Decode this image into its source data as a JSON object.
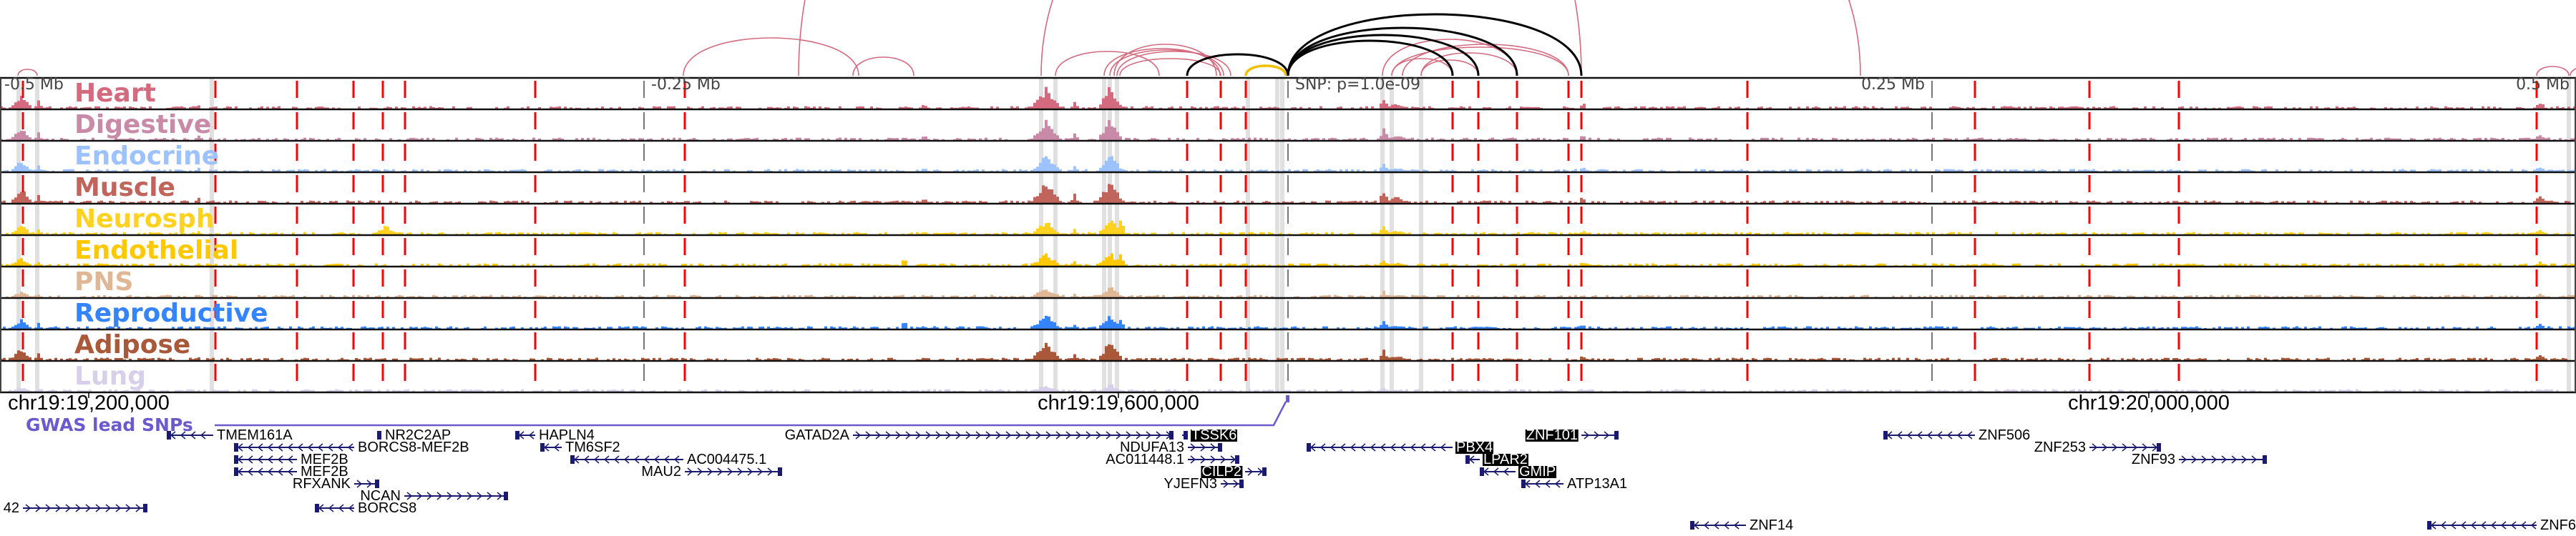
{
  "tracks": [
    {
      "label": "Heart",
      "color": "#d46a7e"
    },
    {
      "label": "Digestive",
      "color": "#c98aa8"
    },
    {
      "label": "Endocrine",
      "color": "#9cc2ff"
    },
    {
      "label": "Muscle",
      "color": "#c0645c"
    },
    {
      "label": "Neurosph",
      "color": "#ffd21f"
    },
    {
      "label": "Endothelial",
      "color": "#ffc800"
    },
    {
      "label": "PNS",
      "color": "#e0b794"
    },
    {
      "label": "Reproductive",
      "color": "#3584ff"
    },
    {
      "label": "Adipose",
      "color": "#a9583a"
    },
    {
      "label": "Lung",
      "color": "#d8d0ea"
    }
  ],
  "axis": {
    "minus_half": "-0.5 Mb",
    "minus_quarter": "-0.25 Mb",
    "snp": "SNP: p=1.0e-09",
    "plus_quarter": "0.25 Mb",
    "plus_half": "0.5 Mb"
  },
  "coordinates": [
    "chr19:19,200,000",
    "chr19:19,600,000",
    "chr19:20,000,000"
  ],
  "gwas_track": {
    "label": "GWAS lead SNPs",
    "color": "#6a5acd"
  },
  "colors": {
    "snp_line": "#ff0000",
    "highlight": "#e0e0e0",
    "gene": "#1a1a6e",
    "target_arc": "#000000",
    "snp_arc": "#f0c000",
    "contact_arc": "#d46a7e"
  },
  "genes": [
    {
      "name": "TMEM161A",
      "strand": "-",
      "highlighted": false
    },
    {
      "name": "NR2C2AP",
      "strand": "+",
      "highlighted": false
    },
    {
      "name": "BORCS8-MEF2B",
      "strand": "-",
      "highlighted": false
    },
    {
      "name": "MEF2B",
      "strand": "-",
      "highlighted": false
    },
    {
      "name": "MEF2B",
      "strand": "-",
      "highlighted": false
    },
    {
      "name": "RFXANK",
      "strand": "+",
      "highlighted": false
    },
    {
      "name": "NCAN",
      "strand": "+",
      "highlighted": false
    },
    {
      "name": "BORCS8",
      "strand": "-",
      "highlighted": false
    },
    {
      "name": "42",
      "strand": "+",
      "highlighted": false
    },
    {
      "name": "HAPLN4",
      "strand": "-",
      "highlighted": false
    },
    {
      "name": "TM6SF2",
      "strand": "-",
      "highlighted": false
    },
    {
      "name": "AC004475.1",
      "strand": "-",
      "highlighted": false
    },
    {
      "name": "MAU2",
      "strand": "+",
      "highlighted": false
    },
    {
      "name": "GATAD2A",
      "strand": "+",
      "highlighted": false
    },
    {
      "name": "TSSK6",
      "strand": "+",
      "highlighted": true
    },
    {
      "name": "NDUFA13",
      "strand": "+",
      "highlighted": false
    },
    {
      "name": "AC011448.1",
      "strand": "+",
      "highlighted": false
    },
    {
      "name": "CILP2",
      "strand": "+",
      "highlighted": true
    },
    {
      "name": "YJEFN3",
      "strand": "+",
      "highlighted": false
    },
    {
      "name": "PBX4",
      "strand": "-",
      "highlighted": true
    },
    {
      "name": "LPAR2",
      "strand": "-",
      "highlighted": true
    },
    {
      "name": "GMIP",
      "strand": "-",
      "highlighted": true
    },
    {
      "name": "ZNF101",
      "strand": "+",
      "highlighted": true
    },
    {
      "name": "ATP13A1",
      "strand": "-",
      "highlighted": false
    },
    {
      "name": "ZNF14",
      "strand": "-",
      "highlighted": false
    },
    {
      "name": "ZNF506",
      "strand": "-",
      "highlighted": false
    },
    {
      "name": "ZNF253",
      "strand": "+",
      "highlighted": false
    },
    {
      "name": "ZNF93",
      "strand": "+",
      "highlighted": false
    },
    {
      "name": "ZNF6",
      "strand": "-",
      "highlighted": false
    }
  ]
}
